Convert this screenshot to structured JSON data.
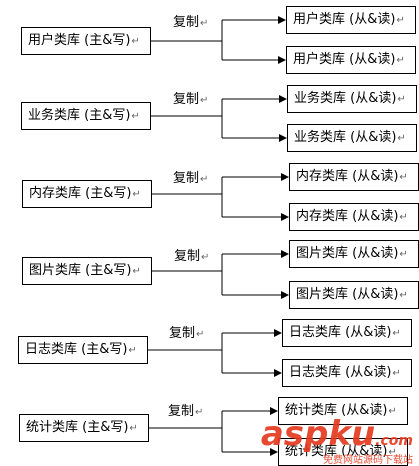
{
  "return_mark": "↵",
  "groups": [
    {
      "master": "用户类库 (主&写)",
      "action": "复制",
      "slaves": [
        "用户类库 (从&读)",
        "用户类库 (从&读)"
      ]
    },
    {
      "master": "业务类库 (主&写)",
      "action": "复制",
      "slaves": [
        "业务类库 (从&读)",
        "业务类库 (从&读)"
      ]
    },
    {
      "master": "内存类库 (主&写)",
      "action": "复制",
      "slaves": [
        "内存类库 (从&读)",
        "内存类库 (从&读)"
      ]
    },
    {
      "master": "图片类库 (主&写)",
      "action": "复制",
      "slaves": [
        "图片类库 (从&读)",
        "图片类库 (从&读)"
      ]
    },
    {
      "master": "日志类库 (主&写)",
      "action": "复制",
      "slaves": [
        "日志类库 (从&读)",
        "日志类库 (从&读)"
      ]
    },
    {
      "master": "统计类库 (主&写)",
      "action": "复制",
      "slaves": [
        "统计类库 (从&读)",
        "统计类库 (从&读)"
      ]
    }
  ],
  "watermark": {
    "logo": "aspku",
    "suffix": ".com",
    "tagline": "免费网站源码下载站"
  }
}
